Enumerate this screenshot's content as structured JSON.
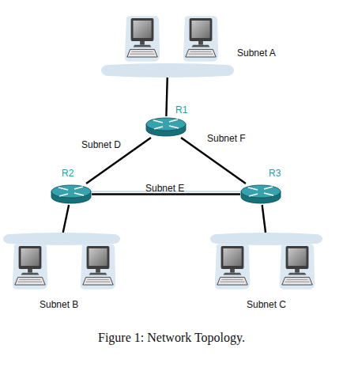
{
  "diagram": {
    "caption": "Figure 1: Network Topology.",
    "nodes": [
      {
        "text": [
          "Subnet A"
        ]
      },
      {
        "text": [
          "R1"
        ]
      },
      {
        "text": [
          "R2"
        ]
      },
      {
        "text": [
          "R3"
        ]
      },
      {
        "text": [
          "Subnet B"
        ]
      },
      {
        "text": [
          "Subnet C"
        ]
      }
    ],
    "edges": [
      {
        "from": 0,
        "to": 1,
        "arrow": "none"
      },
      {
        "from": 1,
        "to": 2,
        "label": "Subnet D",
        "arrow": "none"
      },
      {
        "from": 1,
        "to": 3,
        "label": "Subnet F",
        "arrow": "none"
      },
      {
        "from": 2,
        "to": 3,
        "label": "Subnet E",
        "arrow": "none"
      },
      {
        "from": 2,
        "to": 4,
        "arrow": "none"
      },
      {
        "from": 3,
        "to": 5,
        "arrow": "none"
      }
    ]
  }
}
